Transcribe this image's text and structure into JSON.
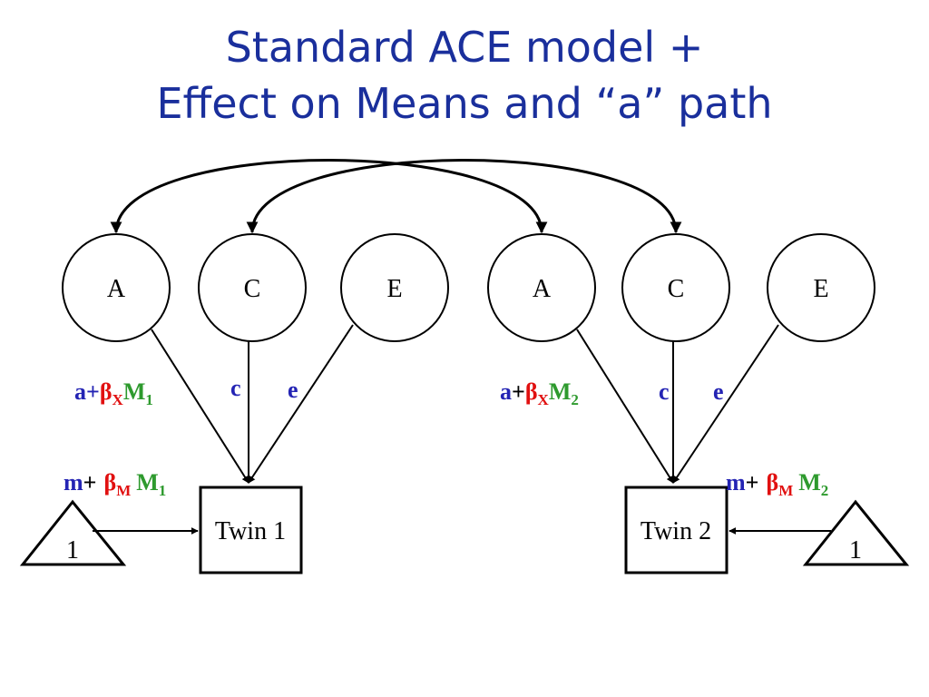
{
  "title": {
    "line1": "Standard ACE model +",
    "line2": "Effect on Means and “a” path"
  },
  "colors": {
    "title": "#1a2f9c",
    "blue_label": "#2424b4",
    "red_label": "#e11010",
    "green_label": "#2e9a2e",
    "line": "#000000"
  },
  "twin1": {
    "latents": [
      "A",
      "C",
      "E"
    ],
    "box_label": "Twin 1",
    "mean_label": "1",
    "paths": {
      "a_plus": "a+",
      "beta": "β",
      "beta_sub": "X",
      "m_var": "M",
      "m_sub": "1",
      "c": "c",
      "e": "e"
    },
    "mean_path": {
      "m": "m",
      "plus": "+",
      "beta": "β",
      "beta_sub": "M",
      "m_var": "M",
      "m_sub": "1"
    }
  },
  "twin2": {
    "latents": [
      "A",
      "C",
      "E"
    ],
    "box_label": "Twin 2",
    "mean_label": "1",
    "paths": {
      "a": "a",
      "plus": "+",
      "beta": "β",
      "beta_sub": "X",
      "m_var": "M",
      "m_sub": "2",
      "c": "c",
      "e": "e"
    },
    "mean_path": {
      "m": "m",
      "plus": "+",
      "beta": "β",
      "beta_sub": "M",
      "m_var": "M",
      "m_sub": "2"
    }
  }
}
